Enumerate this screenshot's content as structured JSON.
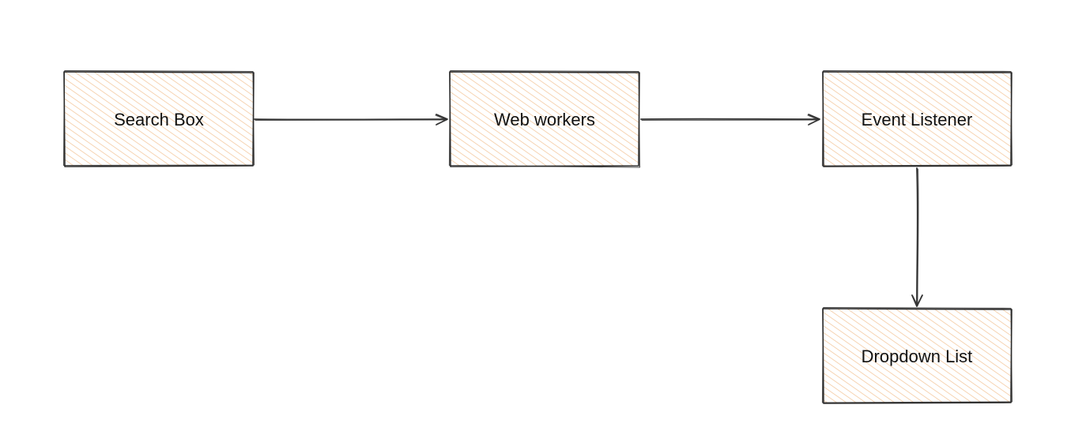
{
  "diagram": {
    "nodes": [
      {
        "id": "search-box",
        "label": "Search Box",
        "fill": "#f4c9a0"
      },
      {
        "id": "web-workers",
        "label": "Web workers",
        "fill": "#f4c9a0"
      },
      {
        "id": "event-listener",
        "label": "Event Listener",
        "fill": "#f4c9a0"
      },
      {
        "id": "dropdown-list",
        "label": "Dropdown List",
        "fill": "#f4c9a0"
      }
    ],
    "edges": [
      {
        "from": "search-box",
        "to": "web-workers"
      },
      {
        "from": "web-workers",
        "to": "event-listener"
      },
      {
        "from": "event-listener",
        "to": "dropdown-list"
      }
    ],
    "colors": {
      "hatch": "#f4c9a0",
      "stroke": "#2b2b2b",
      "background": "#ffffff"
    }
  }
}
